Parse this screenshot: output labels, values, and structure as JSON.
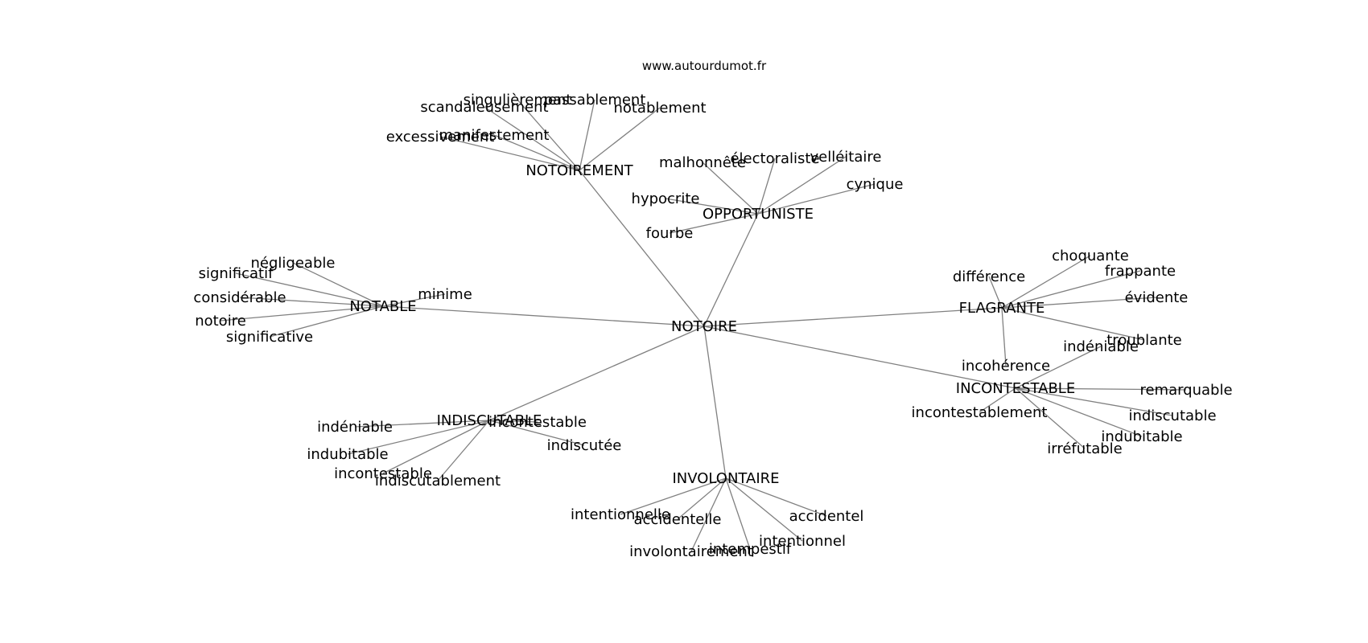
{
  "source": "www.autourdumot.fr",
  "colors": {
    "background": "#ffffff",
    "edge": "#808080",
    "text": "#000000"
  },
  "graph": {
    "nodes": [
      {
        "id": "notoire",
        "label": "NOTOIRE"
      },
      {
        "id": "notoirement",
        "label": "NOTOIREMENT"
      },
      {
        "id": "opportuniste",
        "label": "OPPORTUNISTE"
      },
      {
        "id": "notable",
        "label": "NOTABLE"
      },
      {
        "id": "flagrante",
        "label": "FLAGRANTE"
      },
      {
        "id": "incontestable-hub",
        "label": "INCONTESTABLE"
      },
      {
        "id": "indiscutable-hub",
        "label": "INDISCUTABLE"
      },
      {
        "id": "involontaire",
        "label": "INVOLONTAIRE"
      },
      {
        "id": "singulierement",
        "label": "singulièrement"
      },
      {
        "id": "passablement",
        "label": "passablement"
      },
      {
        "id": "scandaleusement",
        "label": "scandaleusement"
      },
      {
        "id": "notablement",
        "label": "notablement"
      },
      {
        "id": "manifestement",
        "label": "manifestement"
      },
      {
        "id": "excessivement",
        "label": "excessivement"
      },
      {
        "id": "malhonnete",
        "label": "malhonnête"
      },
      {
        "id": "electoraliste",
        "label": "électoraliste"
      },
      {
        "id": "velleitaire",
        "label": "velléitaire"
      },
      {
        "id": "cynique",
        "label": "cynique"
      },
      {
        "id": "hypocrite",
        "label": "hypocrite"
      },
      {
        "id": "fourbe",
        "label": "fourbe"
      },
      {
        "id": "negligeable",
        "label": "négligeable"
      },
      {
        "id": "significatif",
        "label": "significatif"
      },
      {
        "id": "considerable",
        "label": "considérable"
      },
      {
        "id": "notoire-leaf",
        "label": "notoire"
      },
      {
        "id": "significative",
        "label": "significative"
      },
      {
        "id": "minime",
        "label": "minime"
      },
      {
        "id": "choquante",
        "label": "choquante"
      },
      {
        "id": "difference",
        "label": "différence"
      },
      {
        "id": "frappante",
        "label": "frappante"
      },
      {
        "id": "evidente",
        "label": "évidente"
      },
      {
        "id": "troublante",
        "label": "troublante"
      },
      {
        "id": "incoherence",
        "label": "incohérence"
      },
      {
        "id": "indeniable-right",
        "label": "indéniable"
      },
      {
        "id": "remarquable",
        "label": "remarquable"
      },
      {
        "id": "incontestablement",
        "label": "incontestablement"
      },
      {
        "id": "indiscutable-right",
        "label": "indiscutable"
      },
      {
        "id": "indubitable-right",
        "label": "indubitable"
      },
      {
        "id": "irrefutable",
        "label": "irréfutable"
      },
      {
        "id": "indeniable-left",
        "label": "indéniable"
      },
      {
        "id": "incontestable-left",
        "label": "incontestable"
      },
      {
        "id": "indubitable-left",
        "label": "indubitable"
      },
      {
        "id": "indiscutee",
        "label": "indiscutée"
      },
      {
        "id": "incontestable-low",
        "label": "incontestable"
      },
      {
        "id": "indiscutablement",
        "label": "indiscutablement"
      },
      {
        "id": "intentionnelle",
        "label": "intentionnelle"
      },
      {
        "id": "accidentelle",
        "label": "accidentelle"
      },
      {
        "id": "accidentel",
        "label": "accidentel"
      },
      {
        "id": "intentionnel",
        "label": "intentionnel"
      },
      {
        "id": "involontairement",
        "label": "involontairement"
      },
      {
        "id": "intempestif",
        "label": "intempestif"
      }
    ],
    "edges": [
      [
        "notoire",
        "notoirement"
      ],
      [
        "notoire",
        "opportuniste"
      ],
      [
        "notoire",
        "notable"
      ],
      [
        "notoire",
        "flagrante"
      ],
      [
        "notoire",
        "incontestable-hub"
      ],
      [
        "notoire",
        "indiscutable-hub"
      ],
      [
        "notoire",
        "involontaire"
      ],
      [
        "notoirement",
        "singulierement"
      ],
      [
        "notoirement",
        "passablement"
      ],
      [
        "notoirement",
        "scandaleusement"
      ],
      [
        "notoirement",
        "notablement"
      ],
      [
        "notoirement",
        "manifestement"
      ],
      [
        "notoirement",
        "excessivement"
      ],
      [
        "opportuniste",
        "malhonnete"
      ],
      [
        "opportuniste",
        "electoraliste"
      ],
      [
        "opportuniste",
        "velleitaire"
      ],
      [
        "opportuniste",
        "cynique"
      ],
      [
        "opportuniste",
        "hypocrite"
      ],
      [
        "opportuniste",
        "fourbe"
      ],
      [
        "notable",
        "negligeable"
      ],
      [
        "notable",
        "significatif"
      ],
      [
        "notable",
        "considerable"
      ],
      [
        "notable",
        "notoire-leaf"
      ],
      [
        "notable",
        "significative"
      ],
      [
        "notable",
        "minime"
      ],
      [
        "flagrante",
        "choquante"
      ],
      [
        "flagrante",
        "difference"
      ],
      [
        "flagrante",
        "frappante"
      ],
      [
        "flagrante",
        "evidente"
      ],
      [
        "flagrante",
        "troublante"
      ],
      [
        "flagrante",
        "incoherence"
      ],
      [
        "incontestable-hub",
        "indeniable-right"
      ],
      [
        "incontestable-hub",
        "remarquable"
      ],
      [
        "incontestable-hub",
        "incontestablement"
      ],
      [
        "incontestable-hub",
        "indiscutable-right"
      ],
      [
        "incontestable-hub",
        "indubitable-right"
      ],
      [
        "incontestable-hub",
        "irrefutable"
      ],
      [
        "indiscutable-hub",
        "indeniable-left"
      ],
      [
        "indiscutable-hub",
        "incontestable-left"
      ],
      [
        "indiscutable-hub",
        "indubitable-left"
      ],
      [
        "indiscutable-hub",
        "indiscutee"
      ],
      [
        "indiscutable-hub",
        "incontestable-low"
      ],
      [
        "indiscutable-hub",
        "indiscutablement"
      ],
      [
        "involontaire",
        "intentionnelle"
      ],
      [
        "involontaire",
        "accidentelle"
      ],
      [
        "involontaire",
        "accidentel"
      ],
      [
        "involontaire",
        "intentionnel"
      ],
      [
        "involontaire",
        "involontairement"
      ],
      [
        "involontaire",
        "intempestif"
      ]
    ]
  }
}
